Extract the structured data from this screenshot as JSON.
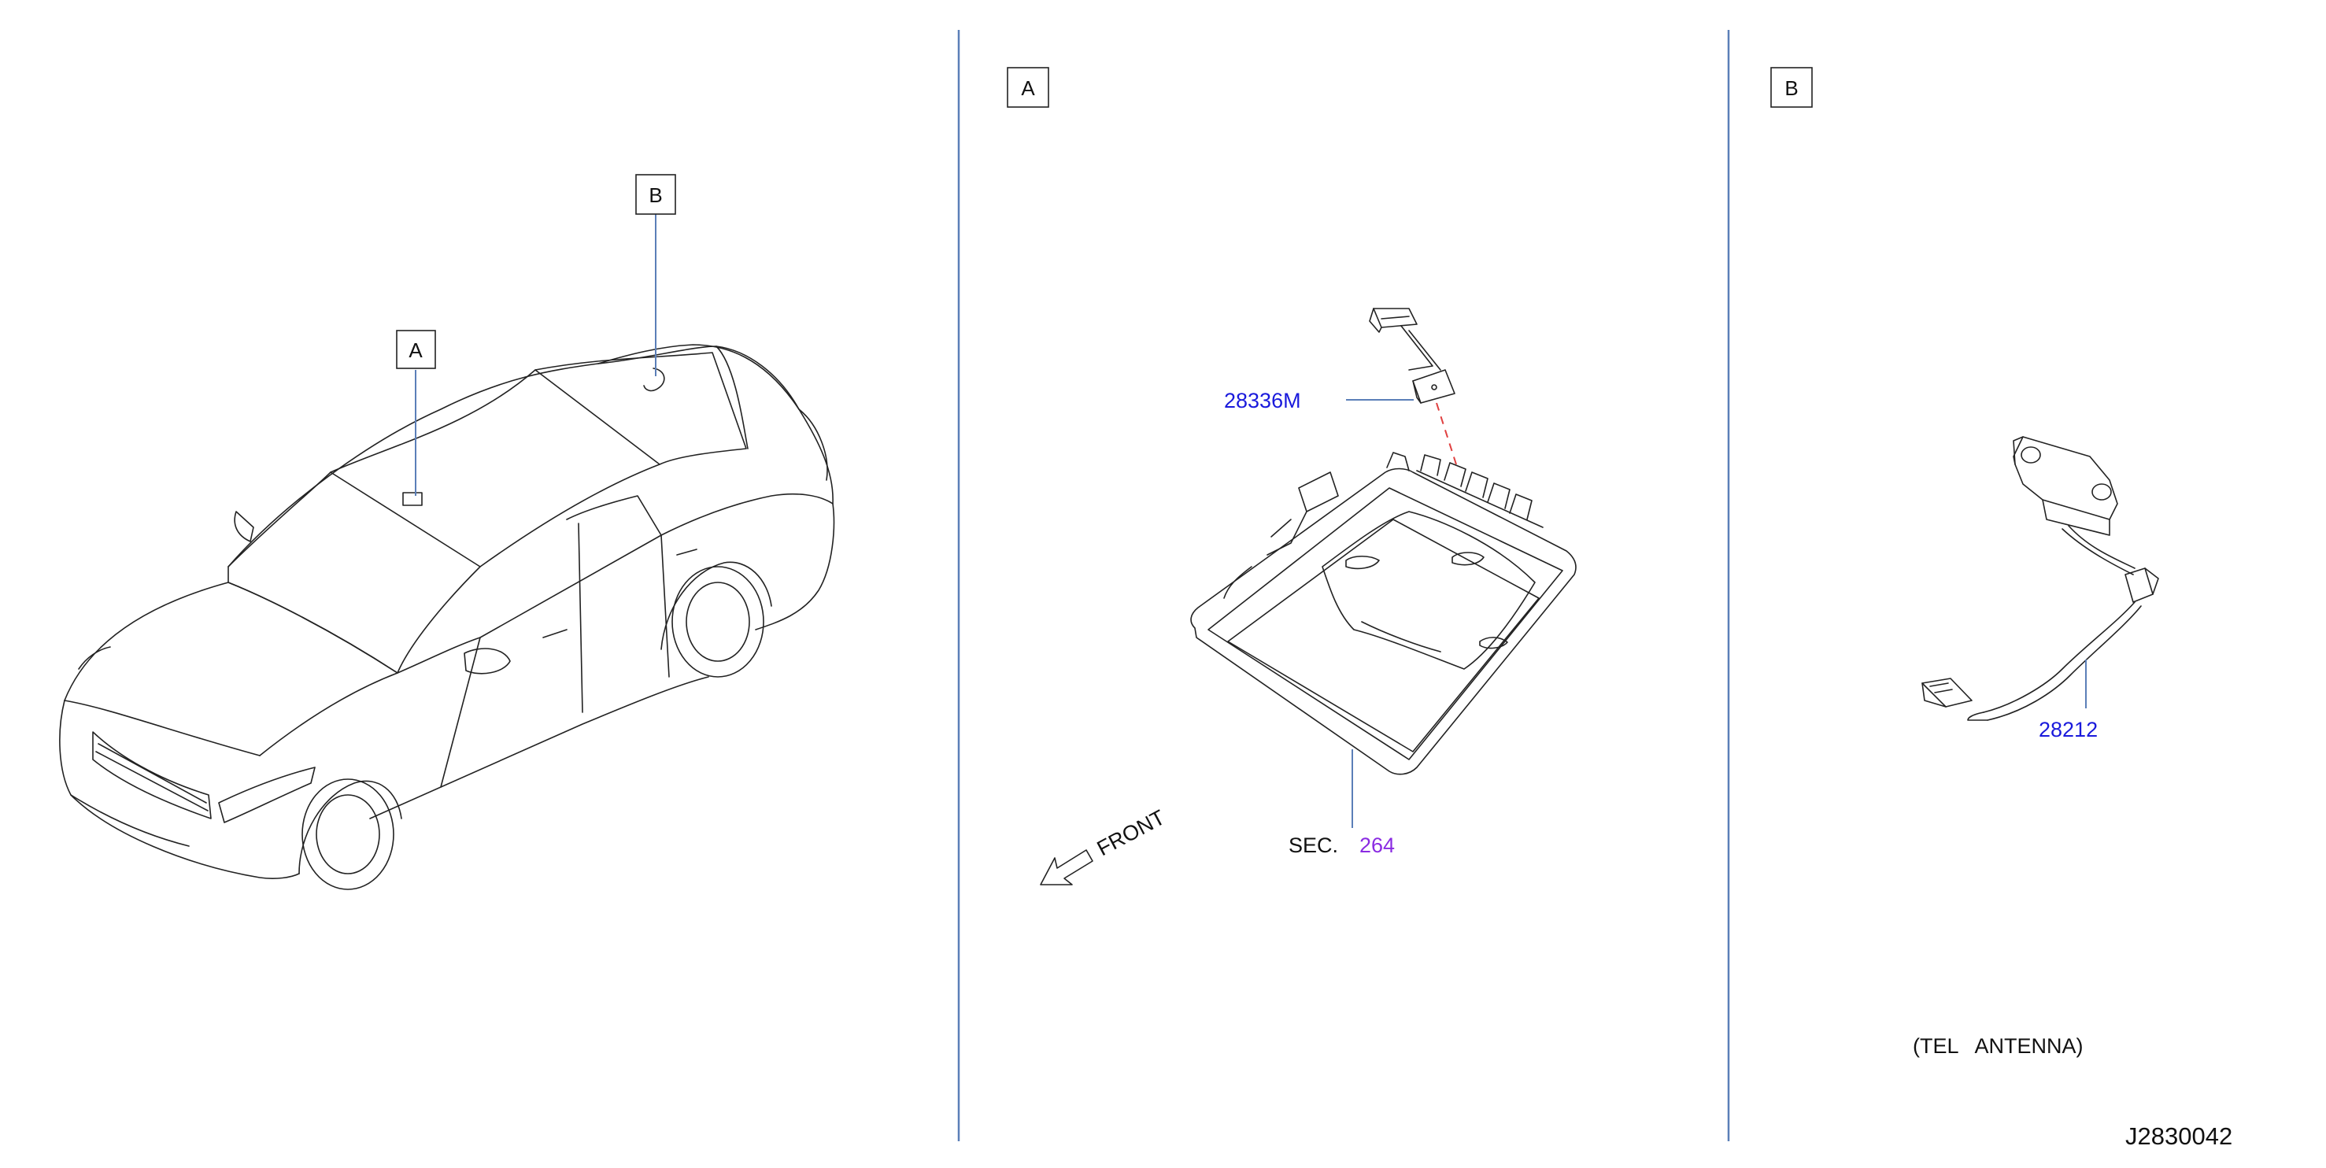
{
  "callouts": {
    "car_a": "A",
    "car_b": "B",
    "panel_a": "A",
    "panel_b": "B"
  },
  "panel_a": {
    "part_number": "28336M",
    "section_prefix": "SEC.",
    "section_number": "264",
    "front_indicator": "FRONT"
  },
  "panel_b": {
    "part_number": "28212",
    "caption": "(TEL   ANTENNA)"
  },
  "diagram_id": "J2830042",
  "colors": {
    "part_label": "#1a1adc",
    "section_link": "#8a2be2",
    "leader_line": "#5b7fb8",
    "connection_dash": "#e04040"
  },
  "icons": {
    "front_arrow": "arrow-down-left-icon"
  }
}
